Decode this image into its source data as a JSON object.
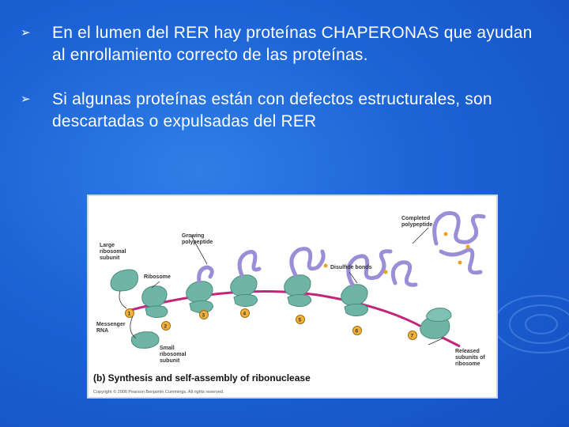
{
  "bullets": [
    {
      "marker": "➢",
      "text": "En el lumen del RER hay proteínas CHAPERONAS que ayudan al enrollamiento correcto de las proteínas."
    },
    {
      "marker": "➢",
      "text": "Si algunas proteínas están con defectos estructurales, son descartadas o expulsadas del RER"
    }
  ],
  "figure": {
    "labels": {
      "large_subunit_1": "Large",
      "large_subunit_2": "ribosomal",
      "large_subunit_3": "subunit",
      "ribosome": "Ribosome",
      "growing_1": "Growing",
      "growing_2": "polypeptide",
      "completed_1": "Completed",
      "completed_2": "polypeptide",
      "disulfide": "Disulfide bonds",
      "mrna_1": "Messenger",
      "mrna_2": "RNA",
      "small_1": "Small",
      "small_2": "ribosomal",
      "small_3": "subunit",
      "released_1": "Released",
      "released_2": "subunits of",
      "released_3": "ribosome"
    },
    "steps": [
      "1",
      "2",
      "3",
      "4",
      "5",
      "6",
      "7"
    ],
    "caption": "(b) Synthesis and self-assembly of ribonuclease",
    "copyright": "Copyright © 2006 Pearson Benjamin Cummings. All rights reserved."
  },
  "colors": {
    "background": "#1c63d6",
    "ribosome": "#6fb5a6",
    "mrna": "#c0267a",
    "polypeptide": "#9a8fd6",
    "disulfide": "#f0a020",
    "step_marker": "#f2b13a"
  }
}
